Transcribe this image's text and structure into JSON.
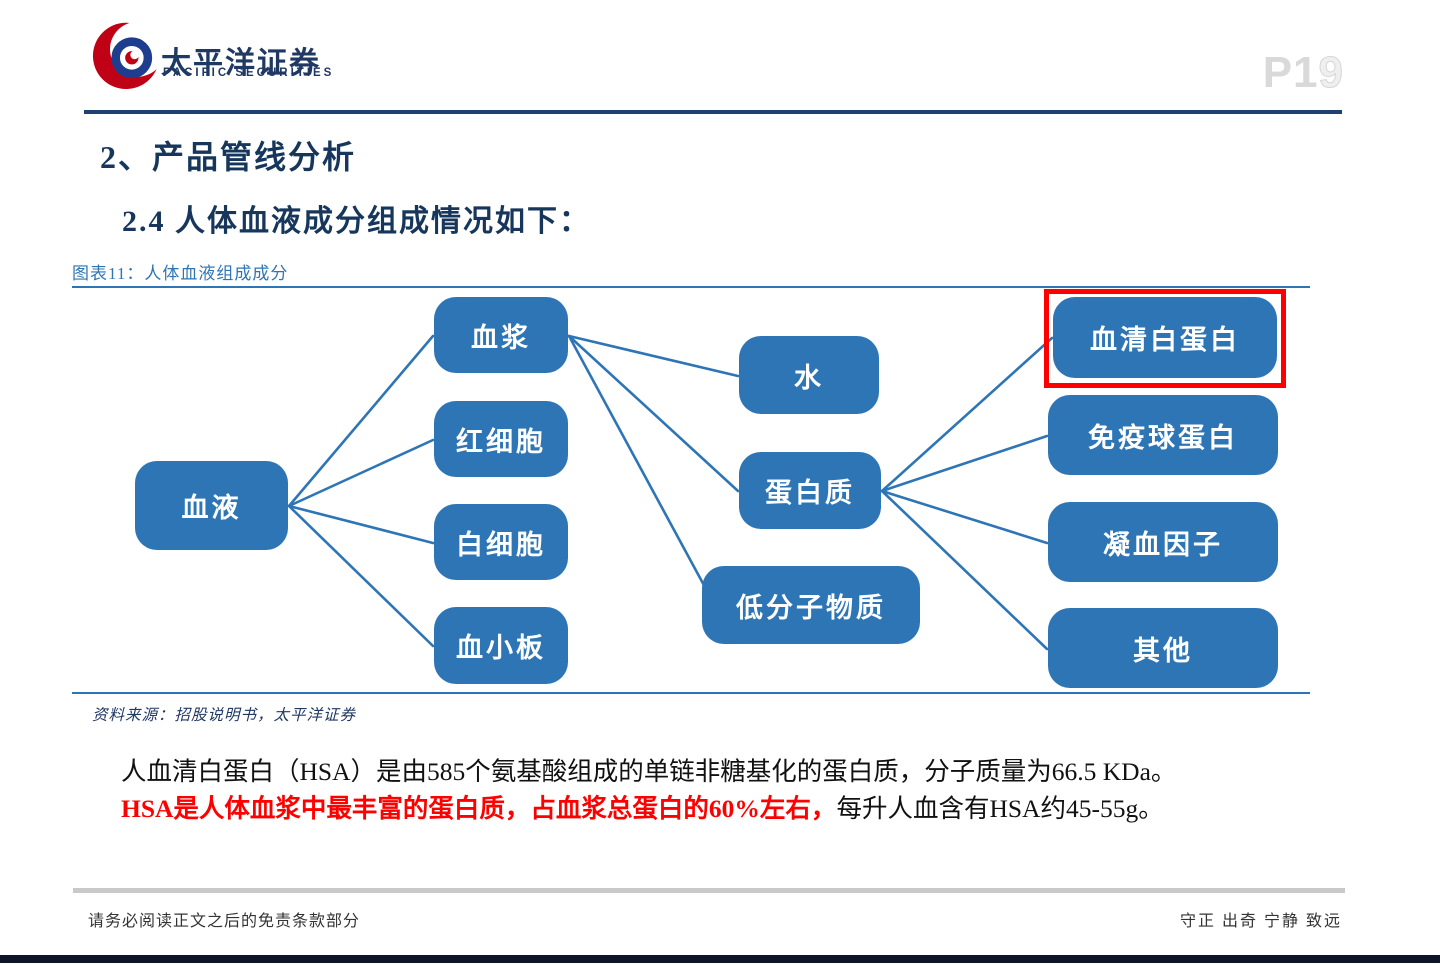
{
  "header": {
    "logo_cn": "太平洋证券",
    "logo_en": "PACIFIC SECURITIES",
    "page_number": {
      "solid": "P1",
      "outline": "9"
    }
  },
  "titles": {
    "section": "2、产品管线分析",
    "subsection": "2.4 人体血液成分组成情况如下："
  },
  "figure": {
    "caption": "图表11：人体血液组成成分",
    "source": "资料来源：招股说明书，太平洋证券"
  },
  "chart_data": {
    "type": "tree-diagram",
    "title": "人体血液组成成分",
    "nodes": {
      "blood": {
        "label": "血液"
      },
      "plasma": {
        "label": "血浆"
      },
      "rbc": {
        "label": "红细胞"
      },
      "wbc": {
        "label": "白细胞"
      },
      "platelet": {
        "label": "血小板"
      },
      "water": {
        "label": "水"
      },
      "protein": {
        "label": "蛋白质"
      },
      "lowmol": {
        "label": "低分子物质"
      },
      "albumin": {
        "label": "血清白蛋白",
        "highlighted": true
      },
      "ig": {
        "label": "免疫球蛋白"
      },
      "coag": {
        "label": "凝血因子"
      },
      "other": {
        "label": "其他"
      }
    },
    "edges": [
      [
        "blood",
        "plasma"
      ],
      [
        "blood",
        "rbc"
      ],
      [
        "blood",
        "wbc"
      ],
      [
        "blood",
        "platelet"
      ],
      [
        "plasma",
        "water"
      ],
      [
        "plasma",
        "protein"
      ],
      [
        "plasma",
        "lowmol"
      ],
      [
        "protein",
        "albumin"
      ],
      [
        "protein",
        "ig"
      ],
      [
        "protein",
        "coag"
      ],
      [
        "protein",
        "other"
      ]
    ],
    "highlighted_node": "albumin",
    "node_color": "#2E75B6",
    "highlight_color": "#FF0000"
  },
  "body": {
    "line1": "人血清白蛋白（HSA）是由585个氨基酸组成的单链非糖基化的蛋白质，分子质量为66.5 KDa。",
    "line2_red": "HSA是人体血浆中最丰富的蛋白质，占血浆总蛋白的60%左右，",
    "line2_black": "每升人血含有HSA约45-55g。"
  },
  "footer": {
    "disclaimer": "请务必阅读正文之后的免责条款部分",
    "motto": "守正 出奇 宁静 致远"
  }
}
